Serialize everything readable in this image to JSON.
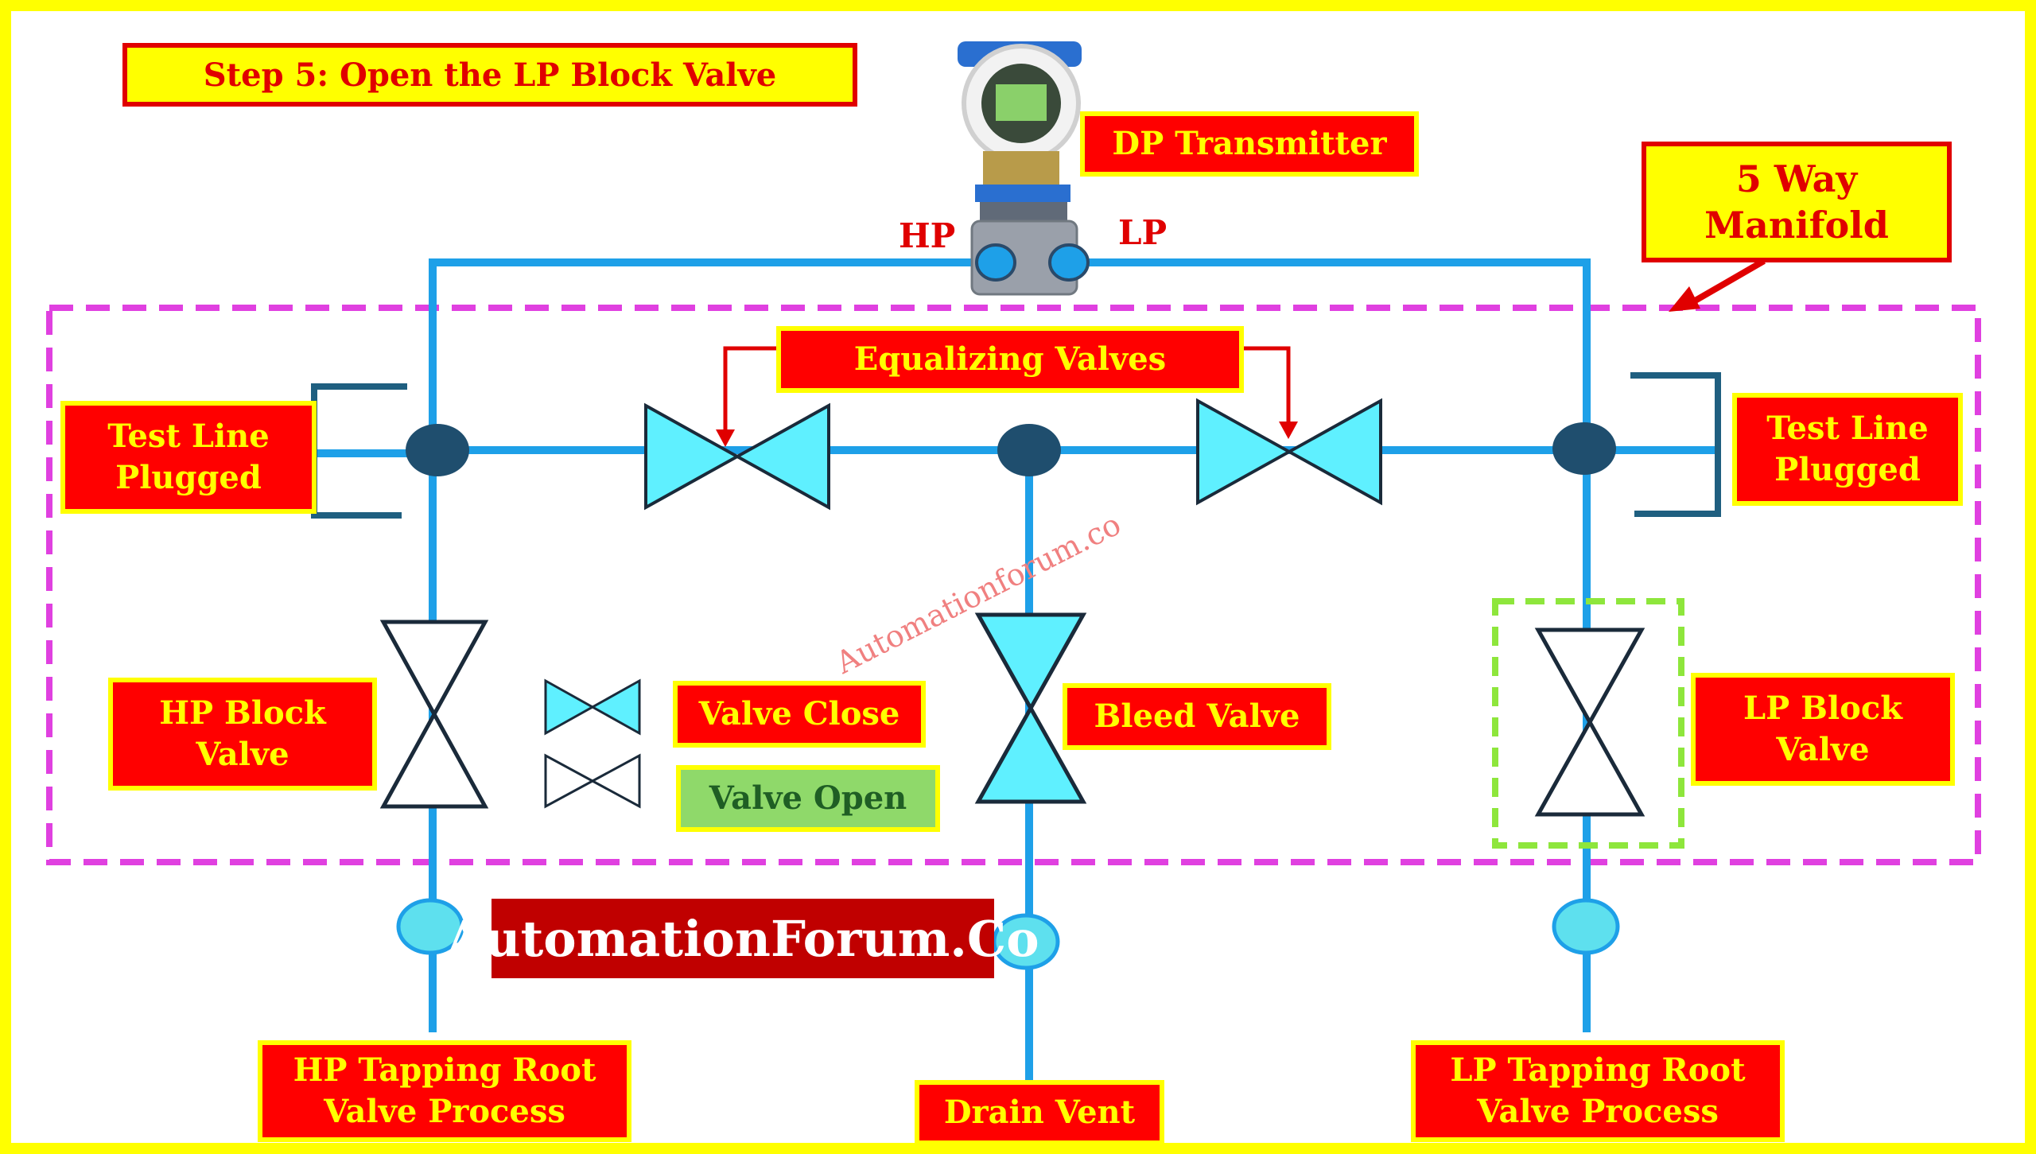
{
  "title": "Step 5: Open the LP Block Valve",
  "transmitter": {
    "label": "DP Transmitter",
    "hp_port": "HP",
    "lp_port": "LP"
  },
  "manifold_label": {
    "line1": "5 Way",
    "line2": "Manifold"
  },
  "equalizing_label": "Equalizing Valves",
  "test_line_left": {
    "line1": "Test Line",
    "line2": "Plugged"
  },
  "test_line_right": {
    "line1": "Test Line",
    "line2": "Plugged"
  },
  "hp_block": {
    "line1": "HP Block",
    "line2": "Valve"
  },
  "lp_block": {
    "line1": "LP Block",
    "line2": "Valve"
  },
  "bleed_label": "Bleed Valve",
  "legend": {
    "close_label": "Valve Close",
    "open_label": "Valve Open"
  },
  "brand": "AutomationForum.Co",
  "watermark": "Automationforum.co",
  "hp_tapping": {
    "line1": "HP Tapping Root",
    "line2": "Valve Process"
  },
  "lp_tapping": {
    "line1": "LP Tapping Root",
    "line2": "Valve Process"
  },
  "drain_label": "Drain Vent",
  "colors": {
    "frame": "#ffff00",
    "pipe": "#1ea0e8",
    "manifold_border": "#e040e0",
    "valve_closed_fill": "#5ff0ff",
    "valve_open_fill": "#ffffff",
    "junction": "#1f4e6e",
    "label_bg": "#ff0000",
    "label_text": "#ffff00",
    "highlight": "#8ee63c"
  },
  "valve_states": {
    "hp_block": "open",
    "lp_block": "open",
    "equalizing_left": "closed",
    "equalizing_right": "closed",
    "bleed": "closed"
  }
}
